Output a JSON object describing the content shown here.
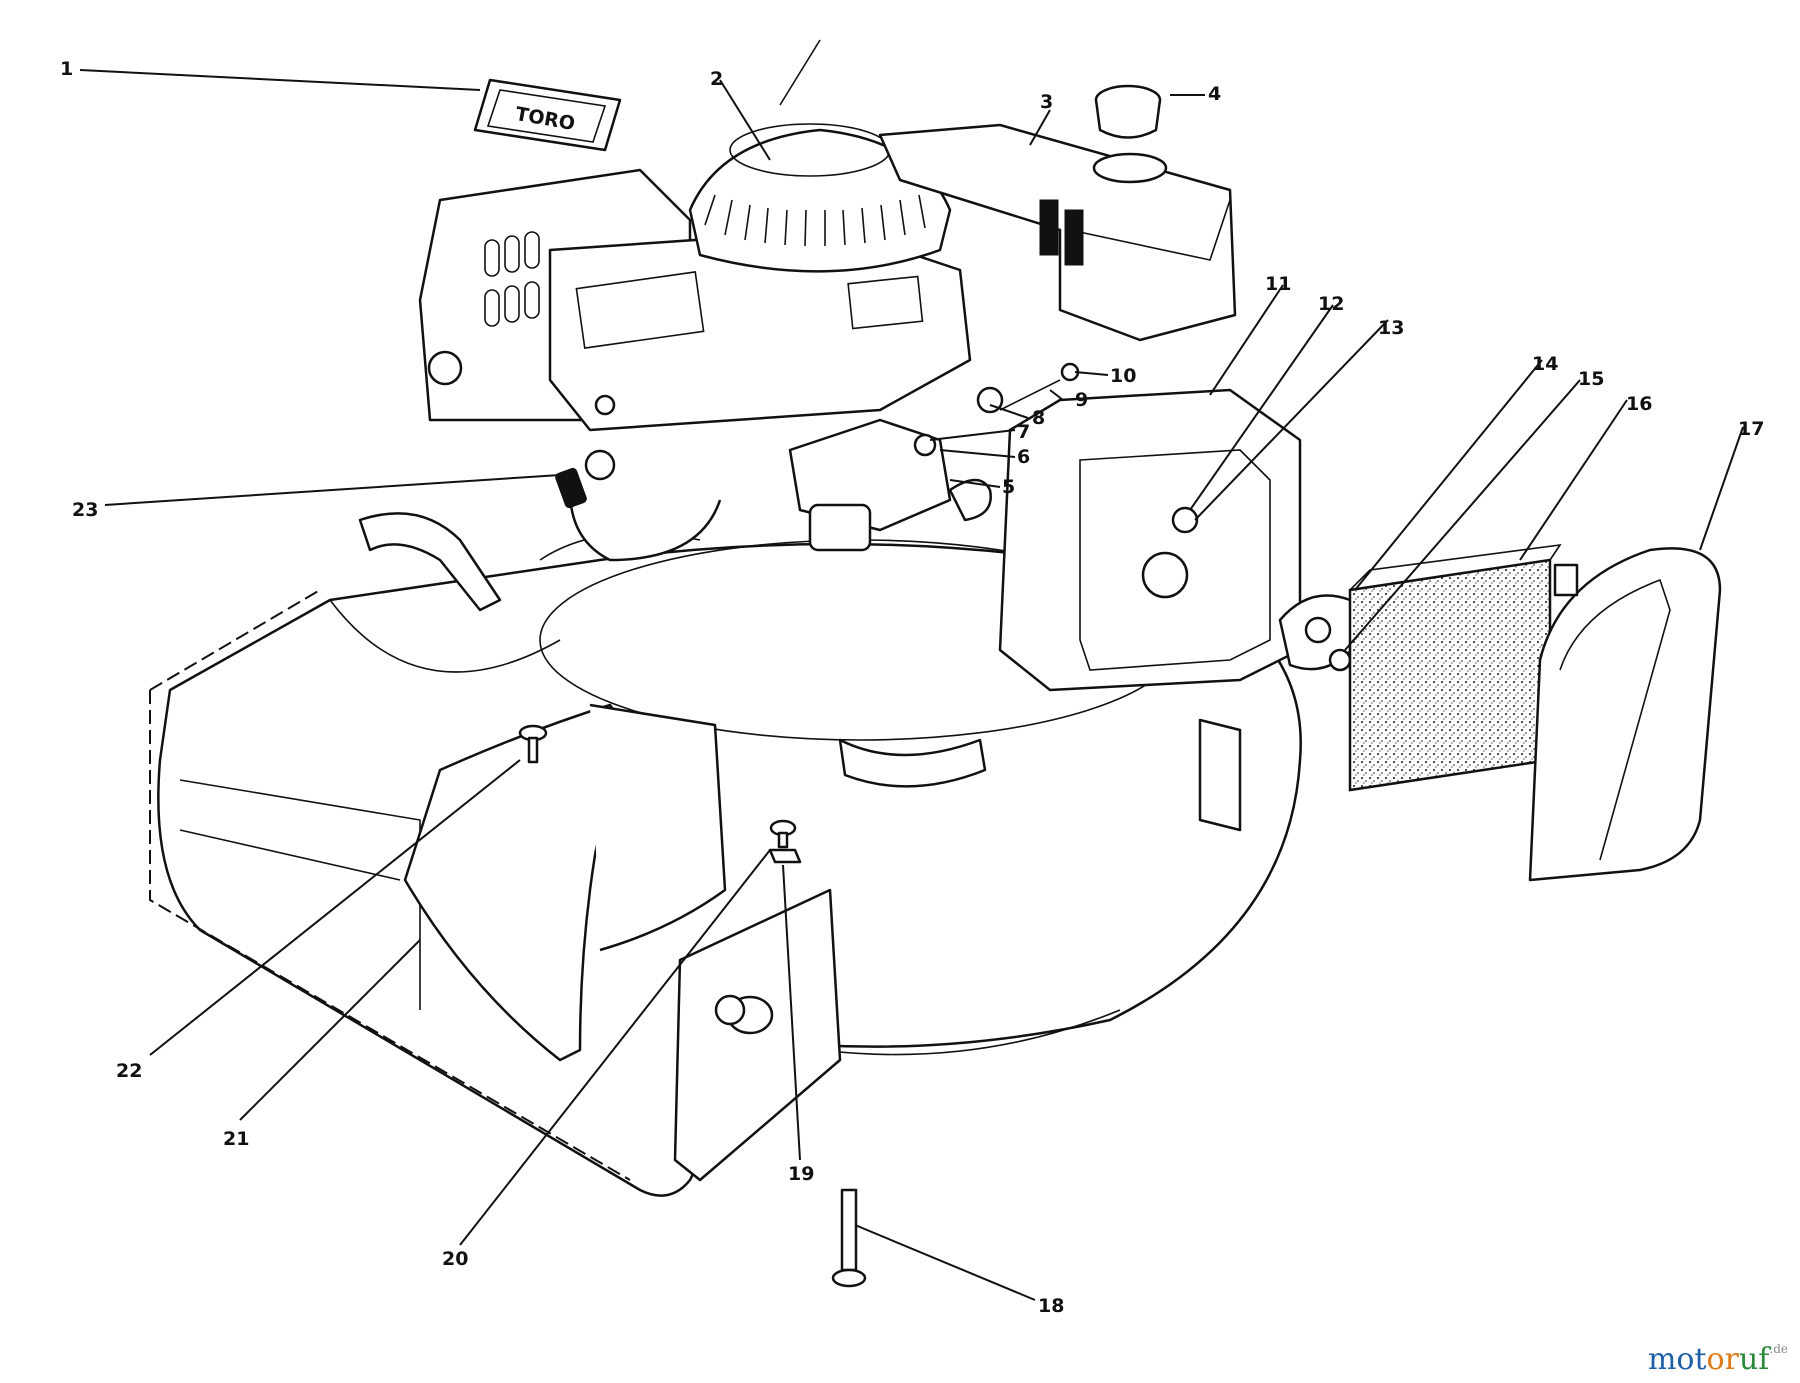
{
  "diagram": {
    "callouts": [
      "1",
      "2",
      "3",
      "4",
      "5",
      "6",
      "7",
      "8",
      "9",
      "10",
      "11",
      "12",
      "13",
      "14",
      "15",
      "16",
      "17",
      "18",
      "19",
      "20",
      "21",
      "22",
      "23"
    ],
    "logo_text": "TORO"
  },
  "watermark": {
    "part1": "mot",
    "part2": "or",
    "part3": "uf",
    "suffix": ".de"
  }
}
